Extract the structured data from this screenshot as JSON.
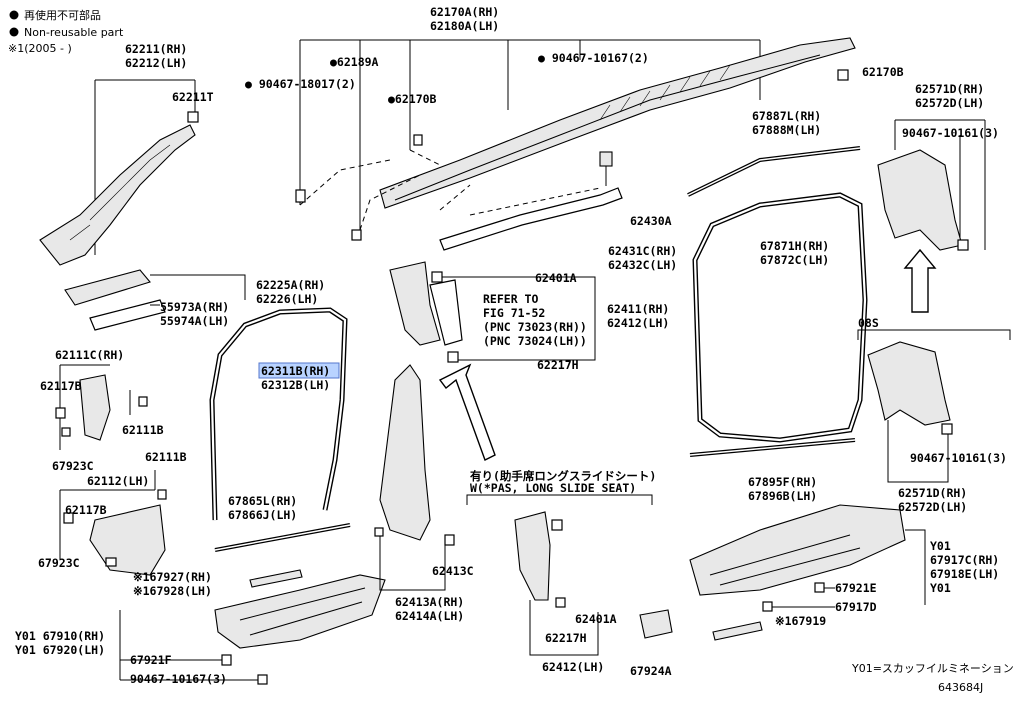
{
  "legend": {
    "bullet_glyph": "●",
    "line1": "再使用不可部品",
    "line2": "Non-reusable part",
    "line3": "※1(2005 -      )"
  },
  "labels": {
    "p62170A": "62170A(RH)",
    "p62180A": "62180A(LH)",
    "p62189A": "●62189A",
    "p90467_18017": "● 90467-18017(2)",
    "p62170B_a": "●62170B",
    "p90467_10167_2": "● 90467-10167(2)",
    "p62170B_b": "62170B",
    "p62211": "62211(RH)",
    "p62212": "62212(LH)",
    "p62211T": "62211T",
    "p62225A": "62225A(RH)",
    "p62226": "62226(LH)",
    "p55973A": "55973A(RH)",
    "p55974A": "55974A(LH)",
    "p62111C": "62111C(RH)",
    "p62117B_a": "62117B",
    "p62111B_a": "62111B",
    "p67923C_a": "67923C",
    "p62111B_b": "62111B",
    "p62112": "62112(LH)",
    "p62117B_b": "62117B",
    "p67923C_b": "67923C",
    "p62311B": "62311B(RH)",
    "p62312B": "62312B(LH)",
    "p67865L": "67865L(RH)",
    "p67866J": "67866J(LH)",
    "p167927": "※167927(RH)",
    "p167928": "※167928(LH)",
    "p67910": "Y01 67910(RH)",
    "p67920": "Y01 67920(LH)",
    "p67921F": "67921F",
    "p90467_10167_3": "90467-10167(3)",
    "p62430A": "62430A",
    "p62431C": "62431C(RH)",
    "p62432C": "62432C(LH)",
    "p62401A_a": "62401A",
    "p62411": "62411(RH)",
    "p62412": "62412(LH)",
    "p62217H_a": "62217H",
    "refer1": "REFER TO",
    "refer2": "FIG 71-52",
    "refer3": "(PNC 73023(RH))",
    "refer4": "(PNC 73024(LH))",
    "p62413C": "62413C",
    "p62413A": "62413A(RH)",
    "p62414A": "62414A(LH)",
    "slide_jp": "有り(助手席ロングスライドシート)",
    "slide_en": "W(*PAS, LONG SLIDE SEAT)",
    "p62401A_b": "62401A",
    "p62217H_b": "62217H",
    "p62412LH": "62412(LH)",
    "p67924A": "67924A",
    "p67887L": "67887L(RH)",
    "p67888M": "67888M(LH)",
    "p67871H": "67871H(RH)",
    "p67872C": "67872C(LH)",
    "p67895F": "67895F(RH)",
    "p67896B": "67896B(LH)",
    "p62571D_a": "62571D(RH)",
    "p62572D_a": "62572D(LH)",
    "p90467_10161_a": "90467-10161(3)",
    "p08s": "08S",
    "p90467_10161_b": "90467-10161(3)",
    "p62571D_b": "62571D(RH)",
    "p62572D_b": "62572D(LH)",
    "pY01a": "Y01",
    "p67917C": "67917C(RH)",
    "p67918E": "67918E(LH)",
    "p67921E": "67921E",
    "pY01b": "Y01",
    "p67917D": "67917D",
    "p167919": "※167919",
    "footnote": "Y01=スカッフイルミネーション",
    "diagram_id": "643684J"
  },
  "colors": {
    "line": "#000000",
    "highlight": "#b9d3ff",
    "background": "#ffffff"
  }
}
